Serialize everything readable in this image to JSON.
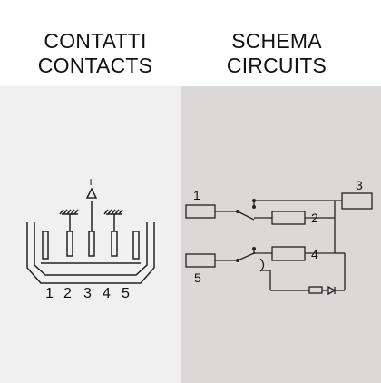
{
  "header_left": {
    "line1": "CONTATTI",
    "line2": "CONTACTS"
  },
  "header_right": {
    "line1": "SCHEMA",
    "line2": "CIRCUITS"
  },
  "contacts": {
    "plus_symbol": "+",
    "pin_numbers": [
      "1",
      "2",
      "3",
      "4",
      "5"
    ]
  },
  "circuit": {
    "labels": [
      "1",
      "2",
      "3",
      "4",
      "5"
    ]
  },
  "colors": {
    "left_panel": "#f0f0f0",
    "right_panel": "#dcd8d8",
    "line": "#222222"
  }
}
